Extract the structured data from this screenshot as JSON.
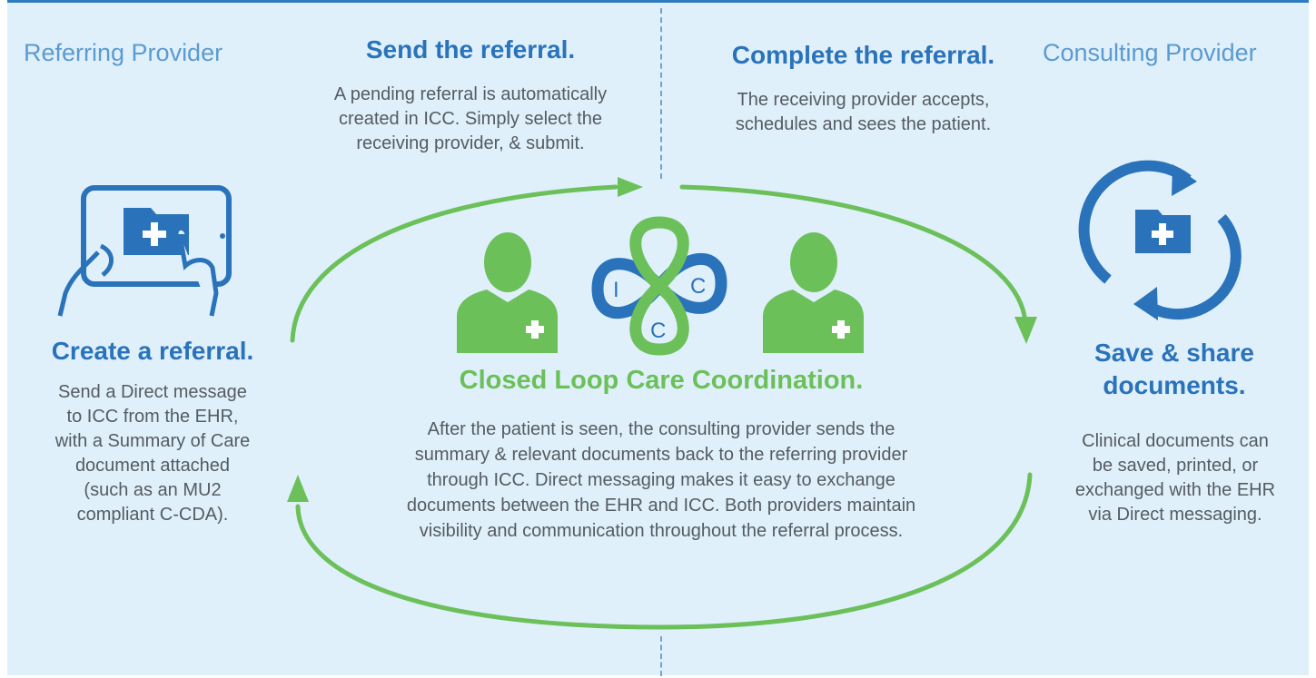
{
  "labels": {
    "referring": "Referring Provider",
    "consulting": "Consulting Provider"
  },
  "steps": {
    "send": {
      "title": "Send the referral.",
      "desc": [
        "A pending referral is automatically",
        "created in ICC.  Simply select the",
        "receiving provider, & submit."
      ]
    },
    "complete": {
      "title": "Complete the referral.",
      "desc": [
        "The receiving provider accepts,",
        "schedules and sees the patient."
      ]
    },
    "create": {
      "title": "Create a referral.",
      "desc": [
        "Send a Direct message",
        "to ICC from the EHR,",
        "with a Summary of Care",
        "document attached",
        "(such as an MU2",
        "compliant C-CDA)."
      ]
    },
    "save": {
      "title": [
        "Save & share",
        "documents."
      ],
      "desc": [
        "Clinical documents can",
        "be saved, printed, or",
        "exchanged with the EHR",
        "via Direct messaging."
      ]
    }
  },
  "center": {
    "title": "Closed Loop Care Coordination.",
    "desc": [
      "After the patient is seen, the consulting provider sends the",
      "summary & relevant documents back to the referring provider",
      "through ICC. Direct messaging makes it easy to exchange",
      "documents between the EHR and ICC.  Both providers maintain",
      "visibility and communication throughout the referral process."
    ]
  },
  "logo": {
    "letters": [
      "I",
      "C",
      "C"
    ]
  },
  "colors": {
    "blue": "#2a73bb",
    "green": "#6cc05a",
    "background": "#dff0fa"
  },
  "icons": [
    "tablet-folder-icon",
    "doctor-icon",
    "icc-logo-icon",
    "sync-folder-icon"
  ]
}
